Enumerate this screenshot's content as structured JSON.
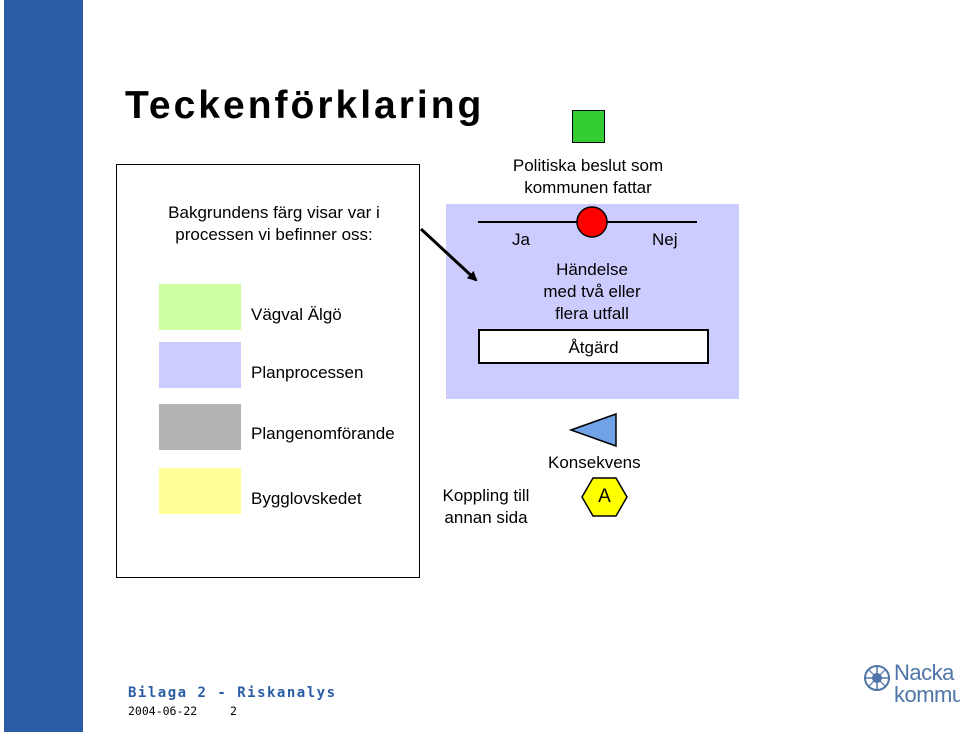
{
  "colors": {
    "sidebar": "#2a5da5",
    "vagval": "#ccffa0",
    "planprocess": "#ccccff",
    "genomforande": "#b3b3b3",
    "bygglov": "#ffff99",
    "panel": "#ccccff",
    "decision": "#33cc33",
    "event": "#ff0000",
    "consequence": "#6fa2e6",
    "link": "#ffff00",
    "footer_text": "#2a5da5",
    "logo": "#4f75a8"
  },
  "page": {
    "title": "Teckenförklaring"
  },
  "legend": {
    "background_note": [
      "Bakgrundens färg visar var i",
      "processen vi befinner oss:"
    ],
    "items": [
      {
        "label": "Vägval Älgö",
        "color_key": "vagval"
      },
      {
        "label": "Planprocessen",
        "color_key": "planprocess"
      },
      {
        "label": "Plangenomförande",
        "color_key": "genomforande"
      },
      {
        "label": "Bygglovskedet",
        "color_key": "bygglov"
      }
    ]
  },
  "symbols": {
    "decision": [
      "Politiska beslut  som",
      "kommunen fattar"
    ],
    "yes": "Ja",
    "no": "Nej",
    "event": [
      "Händelse",
      "med två eller",
      "flera utfall"
    ],
    "action": "Åtgärd",
    "consequence": "Konsekvens",
    "link_text": [
      "Koppling till",
      "annan sida"
    ],
    "link_letter": "A"
  },
  "footer": {
    "title": "Bilaga 2 - Riskanalys",
    "date": "2004-06-22",
    "page": "2",
    "logo_lines": [
      "Nacka",
      "kommun"
    ],
    "logo_icon": "nacka-emblem-icon"
  }
}
